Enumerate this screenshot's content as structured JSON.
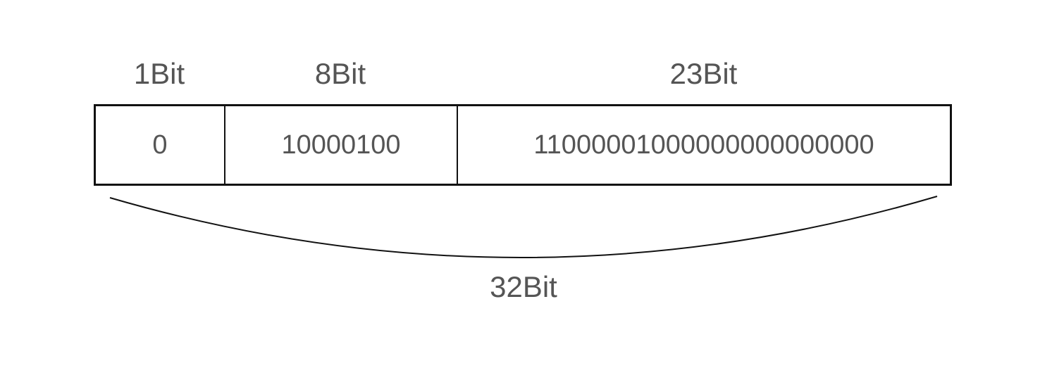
{
  "fields": {
    "sign": {
      "width_label": "1Bit",
      "value": "0"
    },
    "exponent": {
      "width_label": "8Bit",
      "value": "10000100"
    },
    "mantissa": {
      "width_label": "23Bit",
      "value": "11000001000000000000000"
    }
  },
  "total": {
    "width_label": "32Bit"
  },
  "colors": {
    "text": "#555555",
    "stroke": "#111111",
    "background": "#ffffff"
  }
}
